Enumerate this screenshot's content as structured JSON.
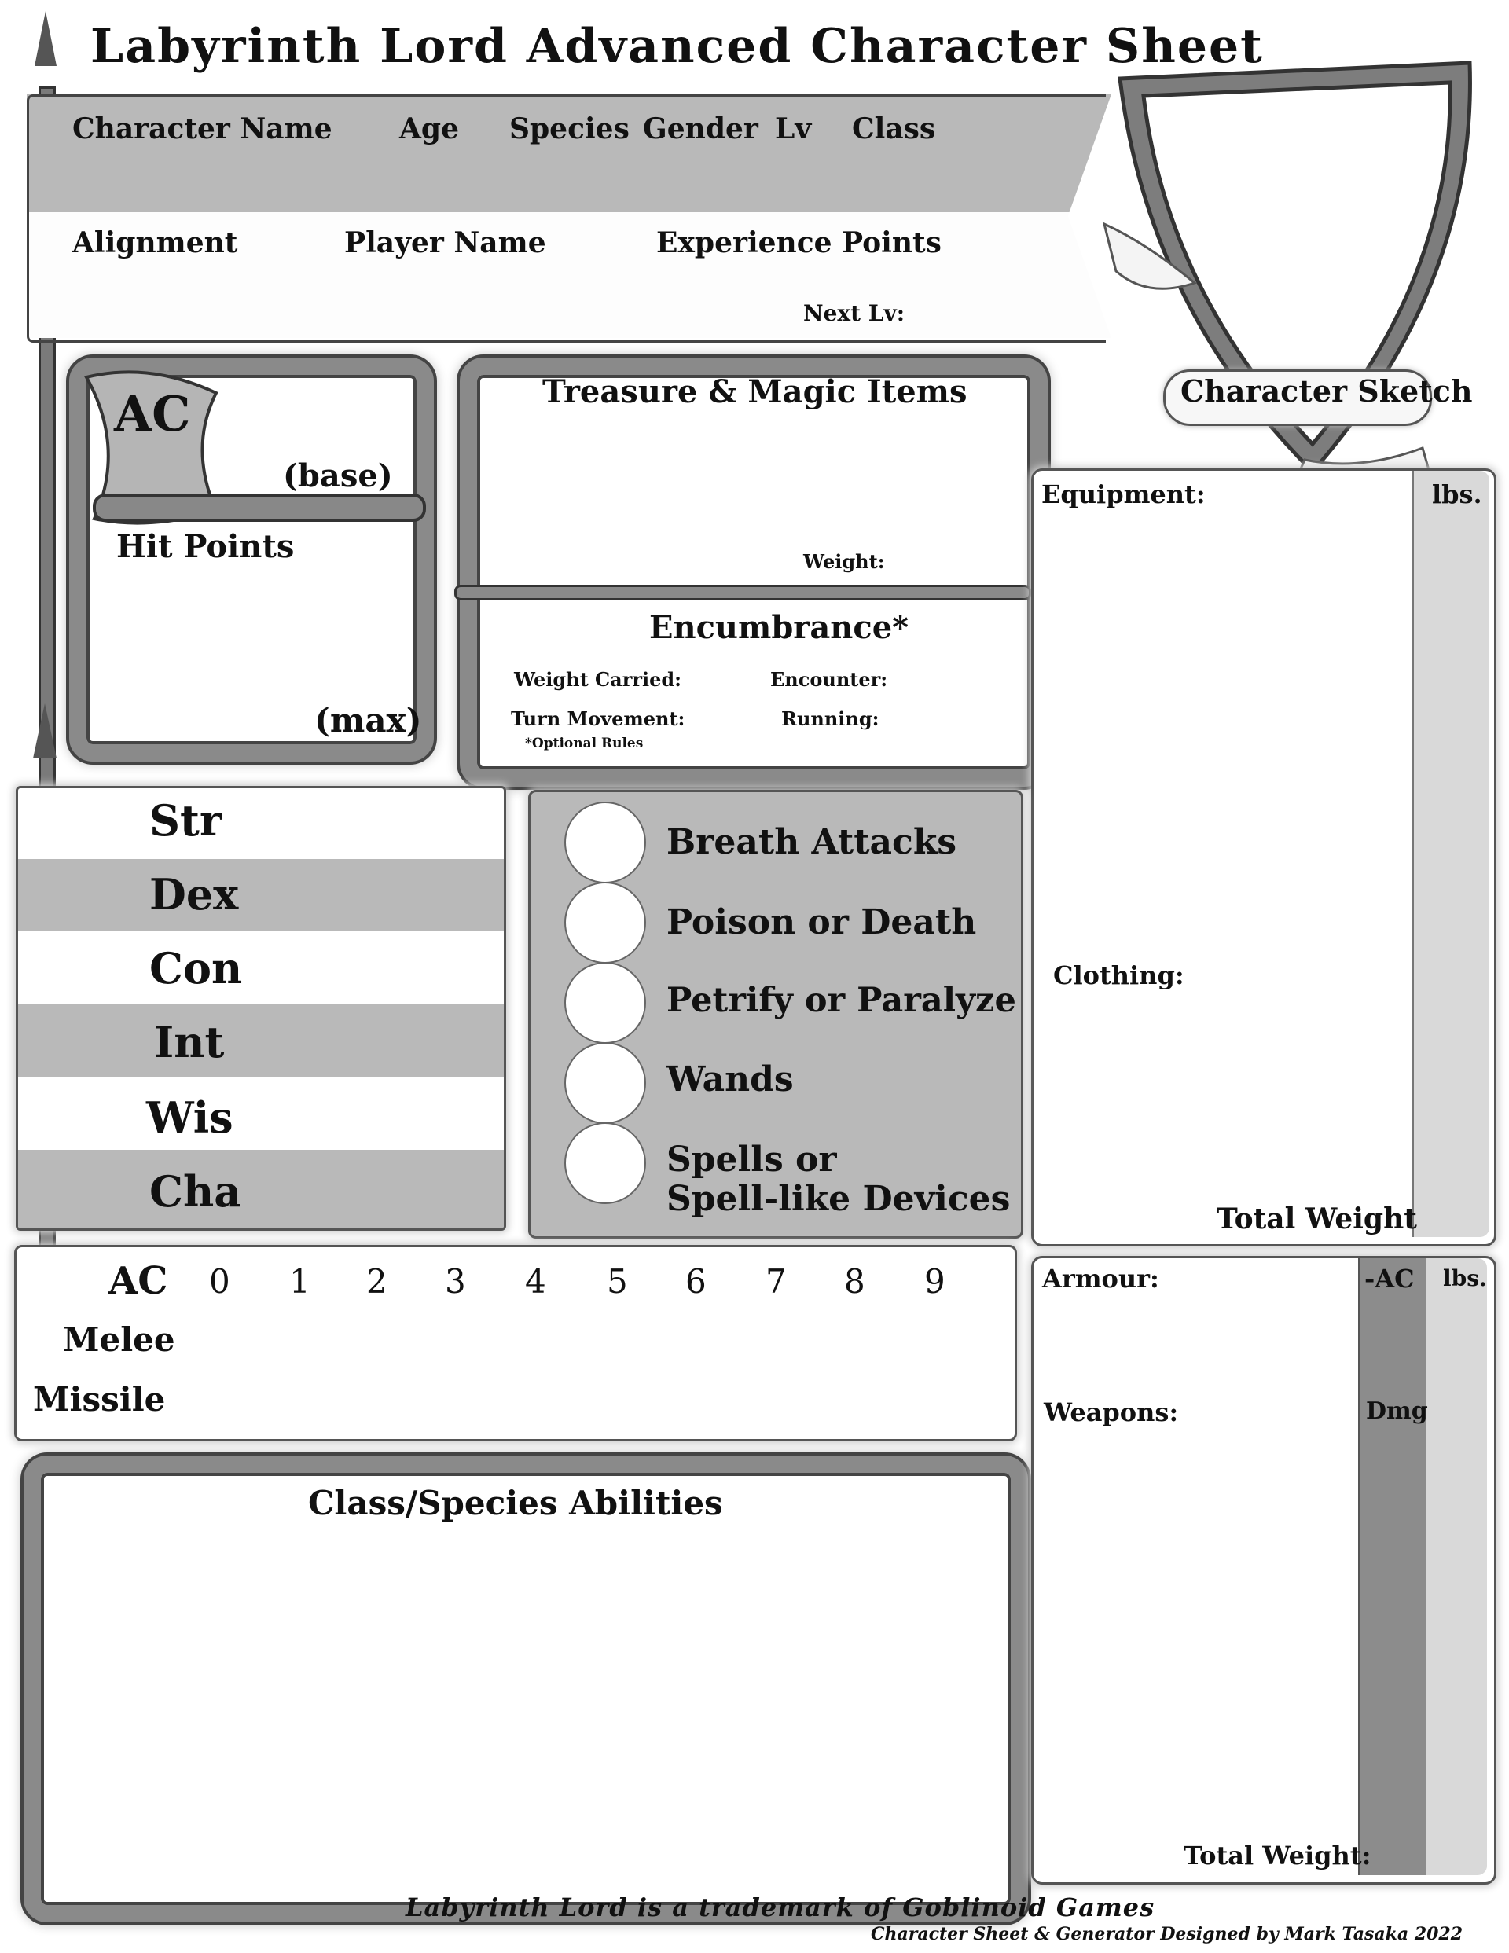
{
  "title": "Labyrinth Lord Advanced Character Sheet",
  "banner": {
    "row1": [
      "Character Name",
      "Age",
      "Species",
      "Gender",
      "Lv",
      "Class"
    ],
    "row2": [
      "Alignment",
      "Player Name",
      "Experience Points"
    ],
    "next_level": "Next Lv:"
  },
  "sketch_label": "Character Sketch",
  "ac_hp": {
    "ac": "AC",
    "base": "(base)",
    "hit_points": "Hit Points",
    "max": "(max)"
  },
  "treasure": {
    "title": "Treasure & Magic Items",
    "weight": "Weight:"
  },
  "encumbrance": {
    "title": "Encumbrance*",
    "weight_carried": "Weight Carried:",
    "encounter": "Encounter:",
    "turn_movement": "Turn Movement:",
    "running": "Running:",
    "note": "*Optional Rules"
  },
  "abilities": [
    "Str",
    "Dex",
    "Con",
    "Int",
    "Wis",
    "Cha"
  ],
  "saves": [
    "Breath Attacks",
    "Poison or Death",
    "Petrify or Paralyze",
    "Wands",
    "Spells or",
    "Spell-like Devices"
  ],
  "attack": {
    "ac_label": "AC",
    "columns": [
      "0",
      "1",
      "2",
      "3",
      "4",
      "5",
      "6",
      "7",
      "8",
      "9"
    ],
    "melee": "Melee",
    "missile": "Missile"
  },
  "class_abilities": {
    "title": "Class/Species Abilities"
  },
  "equipment": {
    "label": "Equipment:",
    "lbs": "lbs.",
    "clothing": "Clothing:",
    "total_weight": "Total Weight"
  },
  "armour": {
    "label": "Armour:",
    "ac": "-AC",
    "lbs": "lbs.",
    "weapons": "Weapons:",
    "dmg": "Dmg",
    "total_weight": "Total Weight:"
  },
  "footer": {
    "trademark": "Labyrinth Lord is a trademark of Goblinoid Games",
    "credit": "Character Sheet & Generator Designed by Mark Tasaka 2022"
  },
  "colors": {
    "band_gray": "#b9b9b9",
    "frame_gray": "#8a8a8a",
    "dark_gray": "#8c8c8c",
    "light_gray": "#d9d9d9"
  }
}
